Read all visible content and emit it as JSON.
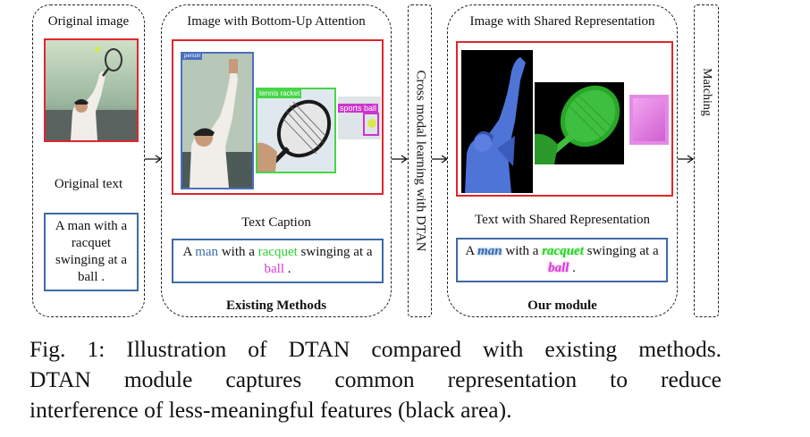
{
  "panels": {
    "original": {
      "title": "Original image",
      "text_title": "Original text",
      "text": "A man with a racquet swinging at a ball ."
    },
    "existing": {
      "title": "Image with Bottom-Up Attention",
      "caption_title": "Text Caption",
      "caption": {
        "w1": "A",
        "w2": "man",
        "w3": "with a",
        "w4": "racquet",
        "w5": "swinging at a",
        "w6": "ball",
        "w7": "."
      },
      "tags": {
        "person": "person",
        "racket": "tennis racket",
        "ball": "sports ball"
      },
      "label": "Existing Methods"
    },
    "dtan": {
      "label": "Cross modal learning with DTAN"
    },
    "ours": {
      "title": "Image with Shared Representation",
      "caption_title": "Text with Shared Representation",
      "caption": {
        "w1": "A",
        "w2": "man",
        "w3": "with a",
        "w4": "racquet",
        "w5": "swinging at a",
        "w6": "ball",
        "w7": "."
      },
      "label": "Our module"
    },
    "matching": {
      "label": "Matching"
    }
  },
  "figure_caption": {
    "line1": "Fig. 1: Illustration of DTAN compared with existing methods.",
    "line2": "DTAN module captures common representation to reduce",
    "line3": "interference of less-meaningful features (black area)."
  },
  "colors": {
    "attention_box": "#e0262d",
    "text_box": "#3e6aa6",
    "man": "#3e6aa6",
    "racquet": "#2fcf2f",
    "ball": "#d63bd6"
  }
}
